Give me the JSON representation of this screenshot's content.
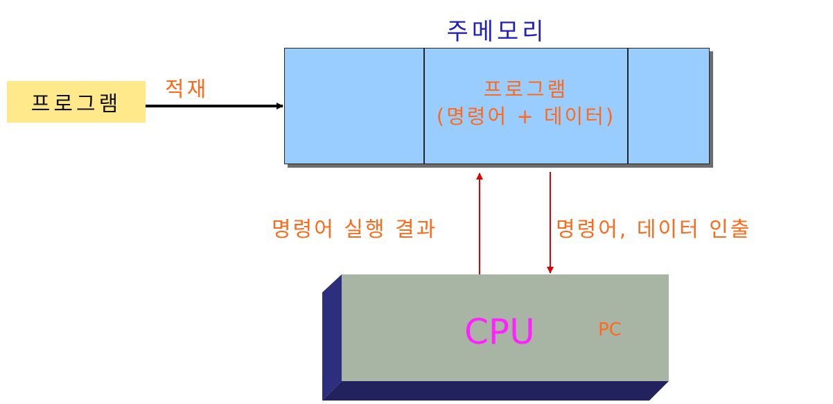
{
  "memory": {
    "title": "주메모리",
    "program_line1": "프로그램",
    "program_line2": "(명령어 + 데이터)"
  },
  "program_box": {
    "label": "프로그램"
  },
  "load_arrow": {
    "label": "적재"
  },
  "result_arrow": {
    "label": "명령어 실행 결과"
  },
  "fetch_arrow": {
    "label": "명령어, 데이터 인출"
  },
  "cpu": {
    "label": "CPU",
    "register": "PC"
  },
  "colors": {
    "memory_fill": "#99ccff",
    "program_fill": "#ffe98a",
    "cpu_front": "#a8b5a4",
    "cpu_side": "#2e2e7e",
    "label_text": "#ff6a1a",
    "cpu_text": "#ff22ff",
    "title_text": "#1f1fbf",
    "bus_arrow": "#e00000"
  }
}
